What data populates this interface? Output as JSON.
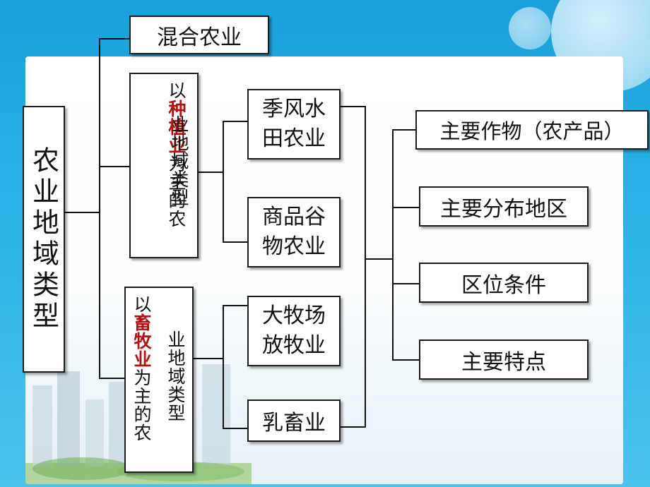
{
  "diagram": {
    "root": "农业地域类型",
    "mixed": "混合农业",
    "planting": {
      "pre": "以",
      "key": "种植业",
      "post": "为主的农",
      "tail": "业地域类型"
    },
    "livestock": {
      "pre": "以",
      "key": "畜牧业",
      "post": "为主的农",
      "tail": "业地域类型"
    },
    "types": {
      "paddy": "季风水田农业",
      "grain": "商品谷物农业",
      "ranch": "大牧场放牧业",
      "dairy": "乳畜业"
    },
    "aspects": [
      "主要作物（农产品）",
      "主要分布地区",
      "区位条件",
      "主要特点"
    ]
  },
  "colors": {
    "accent": "#b01010",
    "background": "#1aa0da"
  }
}
